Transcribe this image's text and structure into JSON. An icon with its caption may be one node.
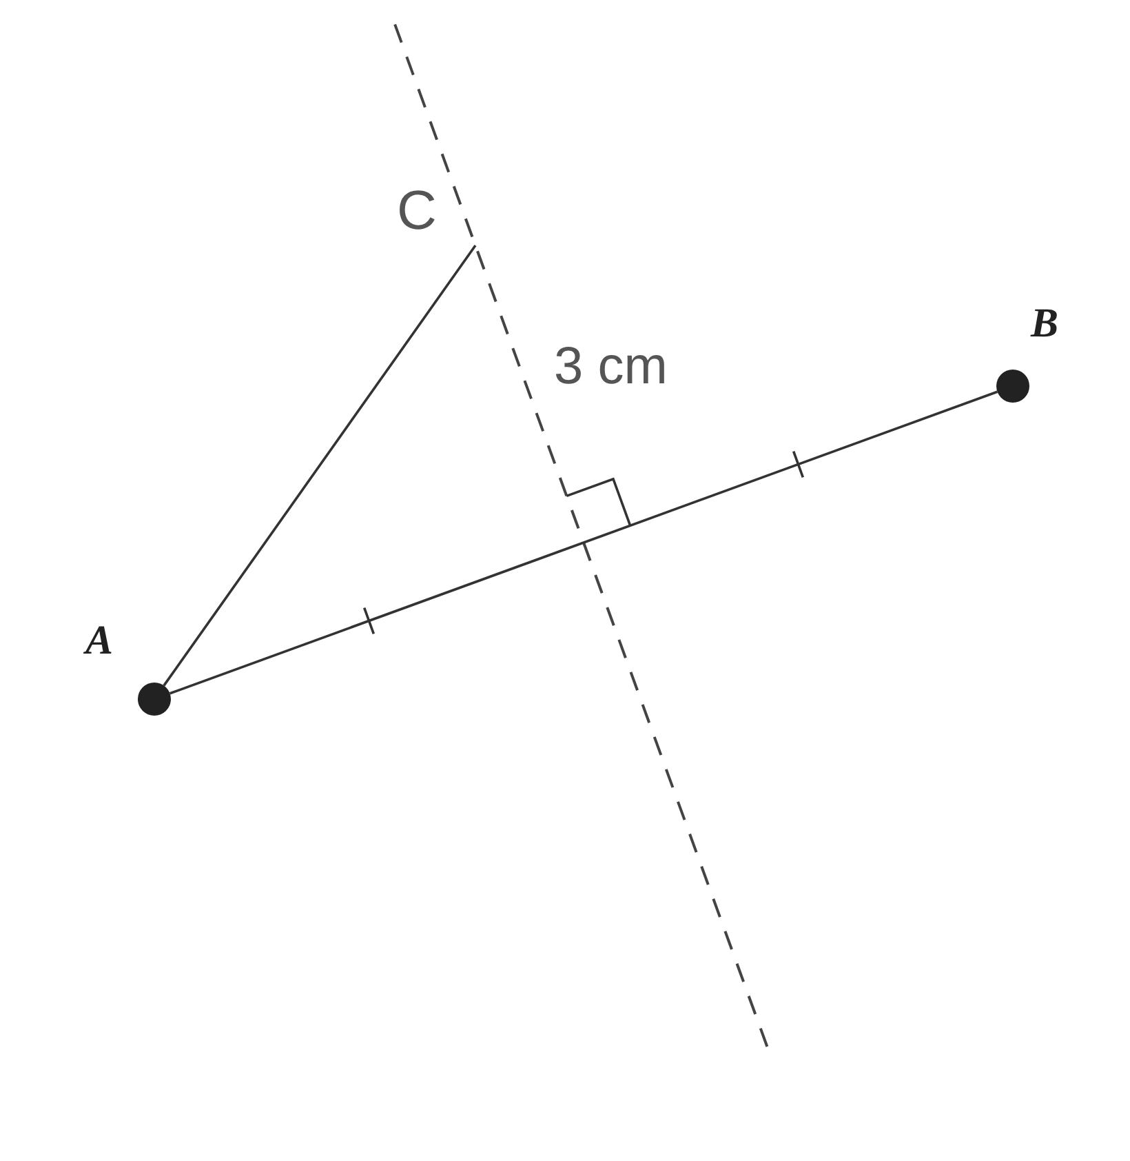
{
  "diagram": {
    "nodes": [
      {
        "text": [],
        "shape": "circle",
        "beside": [
          "A"
        ]
      },
      {
        "text": [],
        "shape": "circle",
        "beside": [
          "B"
        ]
      },
      {
        "text": [
          "C"
        ]
      }
    ],
    "edges": [
      {
        "from": 0,
        "to": 1,
        "arrow": "none"
      },
      {
        "from": 0,
        "to": 2,
        "arrow": "none"
      }
    ],
    "labels": [
      "3 cm"
    ]
  }
}
